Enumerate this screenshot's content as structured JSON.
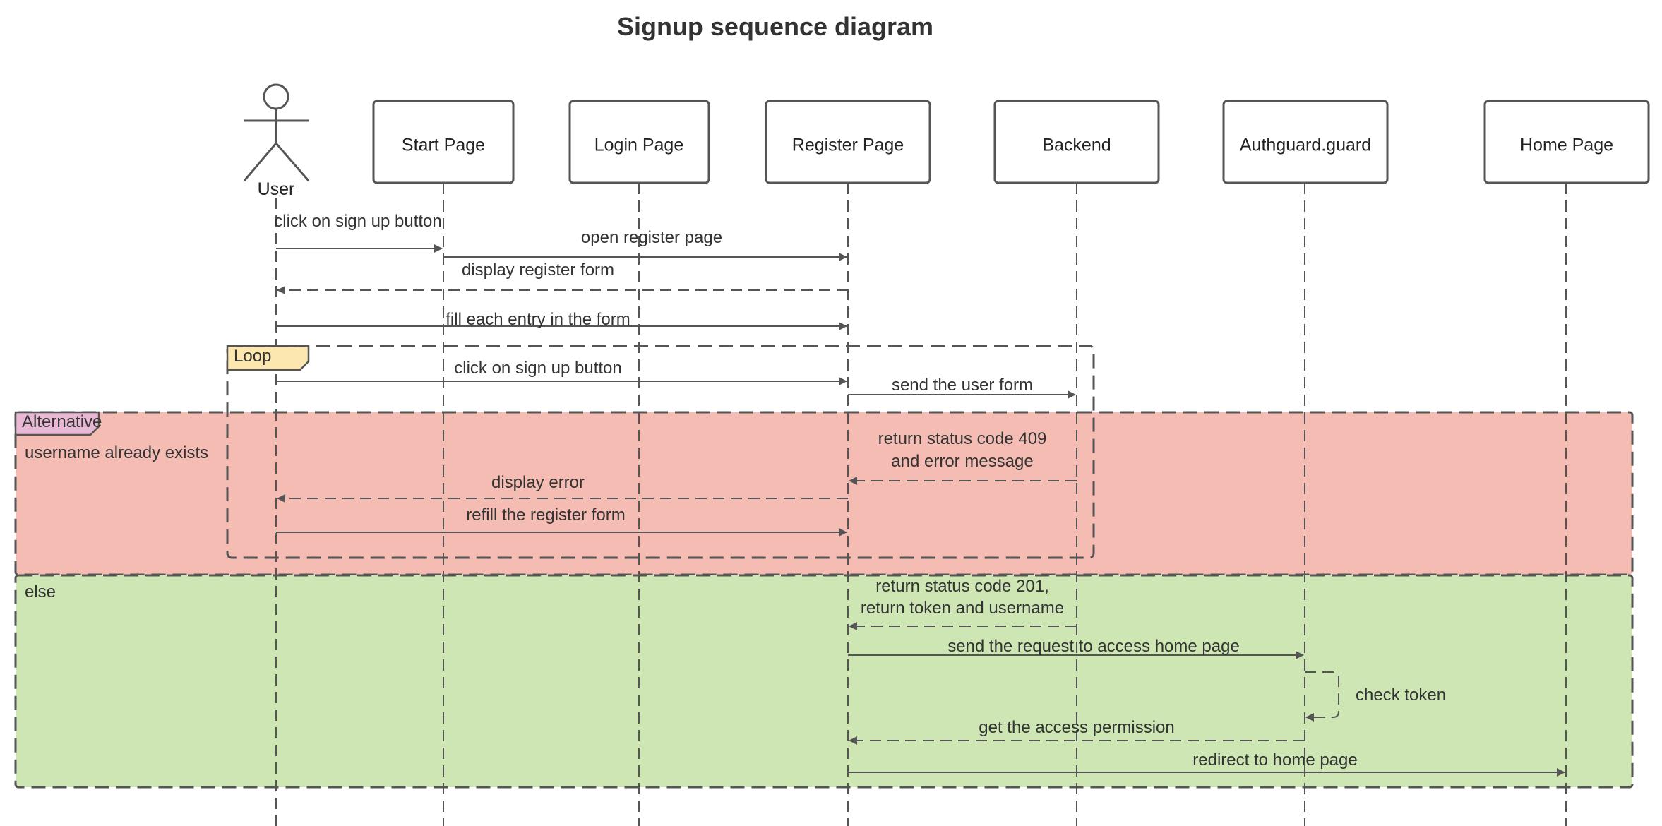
{
  "title": "Signup sequence diagram",
  "participants": {
    "user": "User",
    "start": "Start Page",
    "login": "Login Page",
    "register": "Register Page",
    "backend": "Backend",
    "authguard": "Authguard.guard",
    "home": "Home Page"
  },
  "messages": {
    "m1": "click on sign up button",
    "m2": "open register page",
    "m3": "display register form",
    "m4": "fill each entry in the form",
    "m5": "click on sign up button",
    "m6": "send the user form",
    "m7_line1": "return status code 409",
    "m7_line2": "and error message",
    "m8": "display error",
    "m9": "refill the register form",
    "m10_line1": "return status code 201,",
    "m10_line2": "return token and username",
    "m11": "send the request to access home page",
    "m12": "check token",
    "m13": "get the access permission",
    "m14": "redirect to home page"
  },
  "frames": {
    "loop_label": "Loop",
    "alt_label": "Alternative",
    "alt_condition": "username already exists",
    "else_label": "else"
  },
  "colors": {
    "alt_fill": "#f4bcb2",
    "else_fill": "#cde6b4",
    "loop_tab": "#fde7b0",
    "alt_tab": "#e8b8d4",
    "line": "#555555"
  }
}
